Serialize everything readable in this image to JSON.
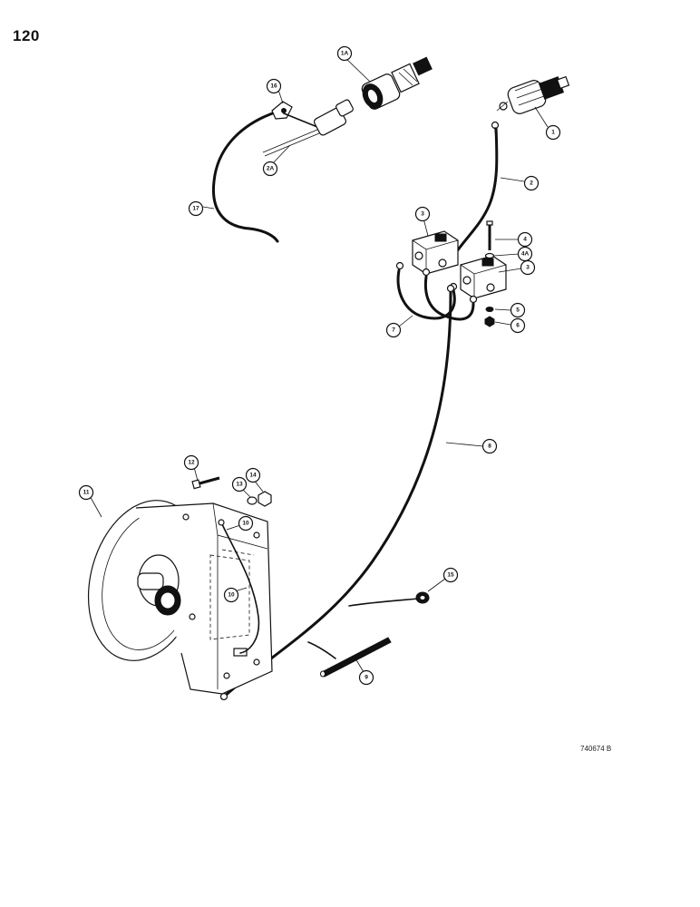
{
  "page": {
    "number": "120",
    "drawing_code": "740674 B"
  },
  "callouts": {
    "c1": "1",
    "c1a": "1A",
    "c2": "2",
    "c2a": "2A",
    "c3a": "3",
    "c3b": "3",
    "c4": "4",
    "c4a": "4A",
    "c5": "5",
    "c6": "6",
    "c7": "7",
    "c8": "8",
    "c9": "9",
    "c10a": "10",
    "c10b": "10",
    "c11": "11",
    "c12": "12",
    "c13": "13",
    "c14": "14",
    "c15": "15",
    "c16": "16",
    "c17": "17"
  }
}
